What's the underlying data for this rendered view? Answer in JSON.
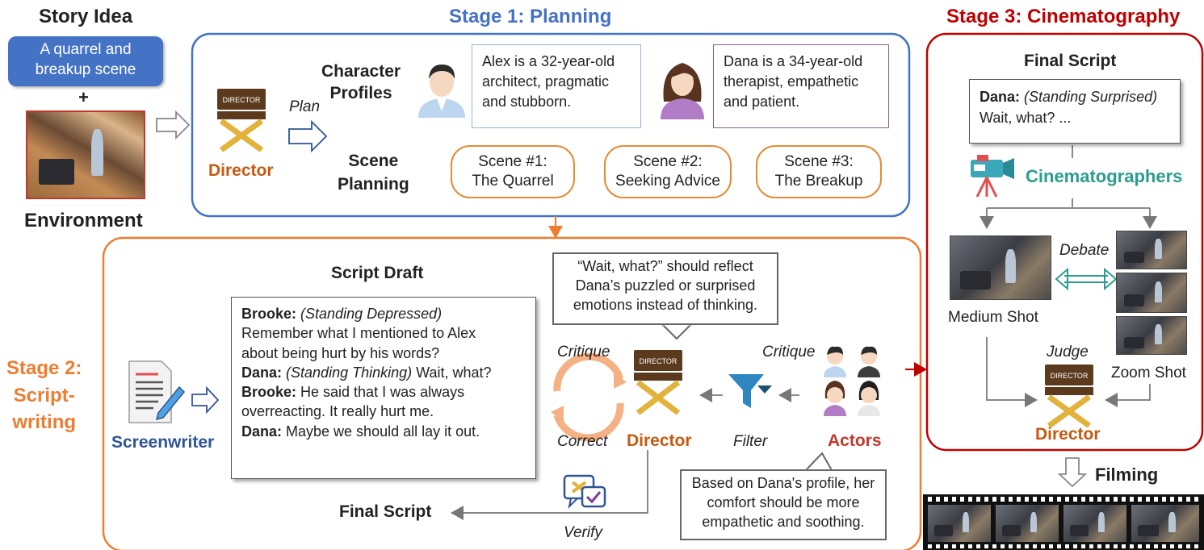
{
  "story": {
    "title": "Story Idea",
    "idea": [
      "A quarrel and",
      "breakup scene"
    ],
    "plus": "+",
    "environment": "Environment"
  },
  "stage1": {
    "title": "Stage 1: Planning",
    "plan": "Plan",
    "director": "Director",
    "director_chair_text": "DIRECTOR",
    "profiles_label": [
      "Character",
      "Profiles"
    ],
    "alex": [
      "Alex is a 32-year-old",
      "architect, pragmatic",
      "and stubborn."
    ],
    "dana": [
      "Dana is a 34-year-old",
      "therapist, empathetic",
      "and patient."
    ],
    "scene_label": [
      "Scene",
      "Planning"
    ],
    "scenes": [
      {
        "num": "Scene #1:",
        "name": "The Quarrel"
      },
      {
        "num": "Scene #2:",
        "name": "Seeking Advice"
      },
      {
        "num": "Scene #3:",
        "name": "The Breakup"
      }
    ]
  },
  "stage2": {
    "title": [
      "Stage 2:",
      "Script-",
      "writing"
    ],
    "screenwriter": "Screenwriter",
    "draft_title": "Script Draft",
    "draft": [
      {
        "speaker": "Brooke:",
        "action": "(Standing Depressed)",
        "text": ""
      },
      {
        "speaker": "",
        "action": "",
        "text": "Remember what I mentioned to Alex"
      },
      {
        "speaker": "",
        "action": "",
        "text": "about being hurt by his words?"
      },
      {
        "speaker": "Dana:",
        "action": "(Standing Thinking)",
        "text": " Wait, what?"
      },
      {
        "speaker": "Brooke:",
        "action": "",
        "text": " He said that I was always"
      },
      {
        "speaker": "",
        "action": "",
        "text": "overreacting. It really hurt me."
      },
      {
        "speaker": "Dana:",
        "action": "",
        "text": " Maybe we should all lay it out."
      }
    ],
    "critique_director": [
      "“Wait, what?” should reflect",
      "Dana’s puzzled or surprised",
      "emotions instead of thinking."
    ],
    "critique_actors": [
      "Based on Dana's profile, her",
      "comfort should be more",
      "empathetic and soothing."
    ],
    "critique_left": "Critique",
    "critique_right": "Critique",
    "correct": "Correct",
    "director": "Director",
    "director_chair_text": "DIRECTOR",
    "filter": "Filter",
    "actors": "Actors",
    "verify": "Verify",
    "final_script": "Final Script"
  },
  "stage3": {
    "title": "Stage 3: Cinematography",
    "final_script_title": "Final Script",
    "script_speaker": "Dana:",
    "script_action": "(Standing Surprised)",
    "script_text": "Wait, what? ...",
    "cinematographers": "Cinematographers",
    "debate": "Debate",
    "medium_shot": "Medium Shot",
    "zoom_shot": "Zoom Shot",
    "judge": "Judge",
    "director": "Director",
    "director_chair_text": "DIRECTOR",
    "filming": "Filming"
  },
  "colors": {
    "stage1": "#4472c4",
    "stage2": "#ed7d31",
    "stage3": "#c00000",
    "director": "#c55a11",
    "screenwriter": "#2f5597",
    "actors": "#c0392b",
    "cinematographers": "#2a9d8f",
    "idea_box": "#4472c4"
  }
}
